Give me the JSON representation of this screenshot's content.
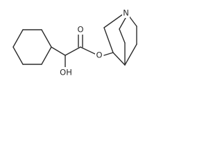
{
  "molecule": {
    "atoms": {
      "nitrogen": "N",
      "carbonyl_oxygen": "O",
      "ester_oxygen": "O",
      "hydroxyl": "OH"
    },
    "line_color": "#2b2b2b",
    "background": "#ffffff"
  }
}
